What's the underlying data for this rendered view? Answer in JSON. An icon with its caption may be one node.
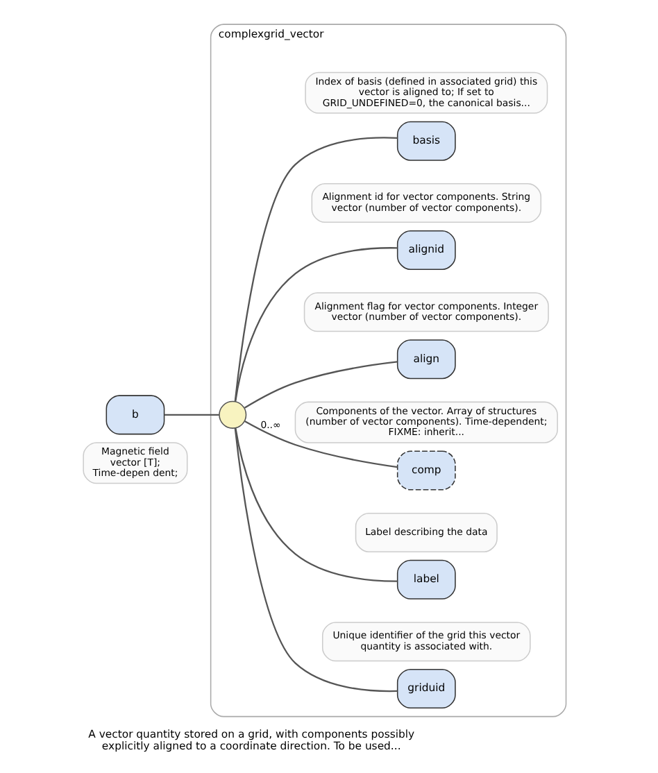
{
  "diagram": {
    "caption": "A vector quantity stored on a grid, with components possibly explicitly aligned to a coordinate direction. To be used...",
    "nodes": [
      {
        "text": [
          "b"
        ],
        "beside": [
          "Magnetic field vector [T]; Time-depen dent;"
        ]
      },
      {
        "text": [
          "complexgrid_vector"
        ]
      },
      {
        "text": [],
        "shape": "circle",
        "in": 1
      },
      {
        "text": [
          "griduid"
        ],
        "in": 1,
        "beside": [
          "Unique identifier of the grid this vector quantity is associated with."
        ]
      },
      {
        "text": [
          "label"
        ],
        "in": 1,
        "beside": [
          "Label describing the data"
        ]
      },
      {
        "text": [
          "comp"
        ],
        "in": 1,
        "beside": [
          "Components of the vector. Array of structures (number of vector components). Time-dependent; FIXME: inherit..."
        ]
      },
      {
        "text": [
          "align"
        ],
        "in": 1,
        "beside": [
          "Alignment flag for vector components. Integer vector (number of vector components)."
        ]
      },
      {
        "text": [
          "alignid"
        ],
        "in": 1,
        "beside": [
          "Alignment id for vector components. String vector (number of vector components)."
        ]
      },
      {
        "text": [
          "basis"
        ],
        "in": 1,
        "beside": [
          "Index of basis (defined in associated grid) this vector is aligned to; If set to GRID_UNDEFINED=0, the canonical basis..."
        ]
      }
    ],
    "edges": [
      {
        "from": 0,
        "to": 2,
        "arrow": "none"
      },
      {
        "from": 2,
        "to": 3,
        "arrow": "none"
      },
      {
        "from": 2,
        "to": 4,
        "arrow": "none"
      },
      {
        "from": 2,
        "to": 5,
        "arrow": "none",
        "label": "0..∞"
      },
      {
        "from": 2,
        "to": 6,
        "arrow": "none"
      },
      {
        "from": 2,
        "to": 7,
        "arrow": "none"
      },
      {
        "from": 2,
        "to": 8,
        "arrow": "none"
      }
    ]
  }
}
